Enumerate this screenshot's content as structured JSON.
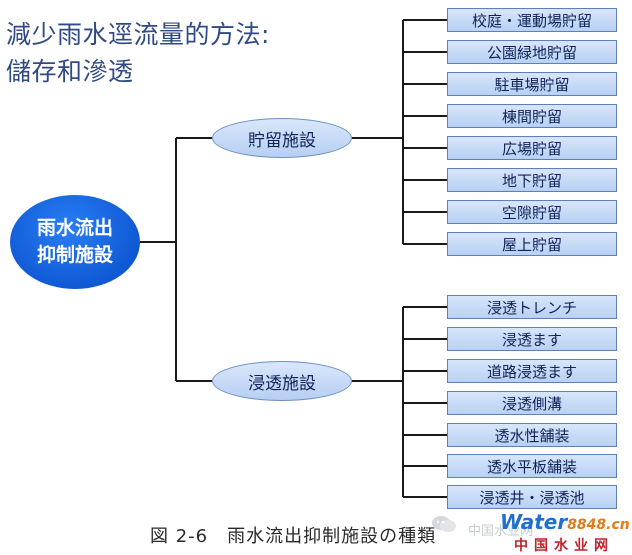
{
  "title": {
    "line1": "減少雨水逕流量的方法:",
    "line2": "儲存和滲透"
  },
  "root": {
    "line1": "雨水流出",
    "line2": "抑制施設"
  },
  "branches": [
    {
      "label": "貯留施設",
      "leaves": [
        "校庭・運動場貯留",
        "公園緑地貯留",
        "駐車場貯留",
        "棟間貯留",
        "広場貯留",
        "地下貯留",
        "空隙貯留",
        "屋上貯留"
      ]
    },
    {
      "label": "浸透施設",
      "leaves": [
        "浸透トレンチ",
        "浸透ます",
        "道路浸透ます",
        "浸透側溝",
        "透水性舗装",
        "透水平板舗装",
        "浸透井・浸透池"
      ]
    }
  ],
  "caption": "図 2-6　雨水流出抑制施設の種類",
  "watermark": {
    "brand": "Water",
    "number": "8848",
    "suffix": ".cn",
    "subtitle": "中国水业网",
    "ghost": "中国水业网"
  },
  "colors": {
    "title": "#2f4a86",
    "root_fill": "#0f5ad4",
    "node_fill": "#c8dbf7",
    "line": "#1a1a1a"
  }
}
